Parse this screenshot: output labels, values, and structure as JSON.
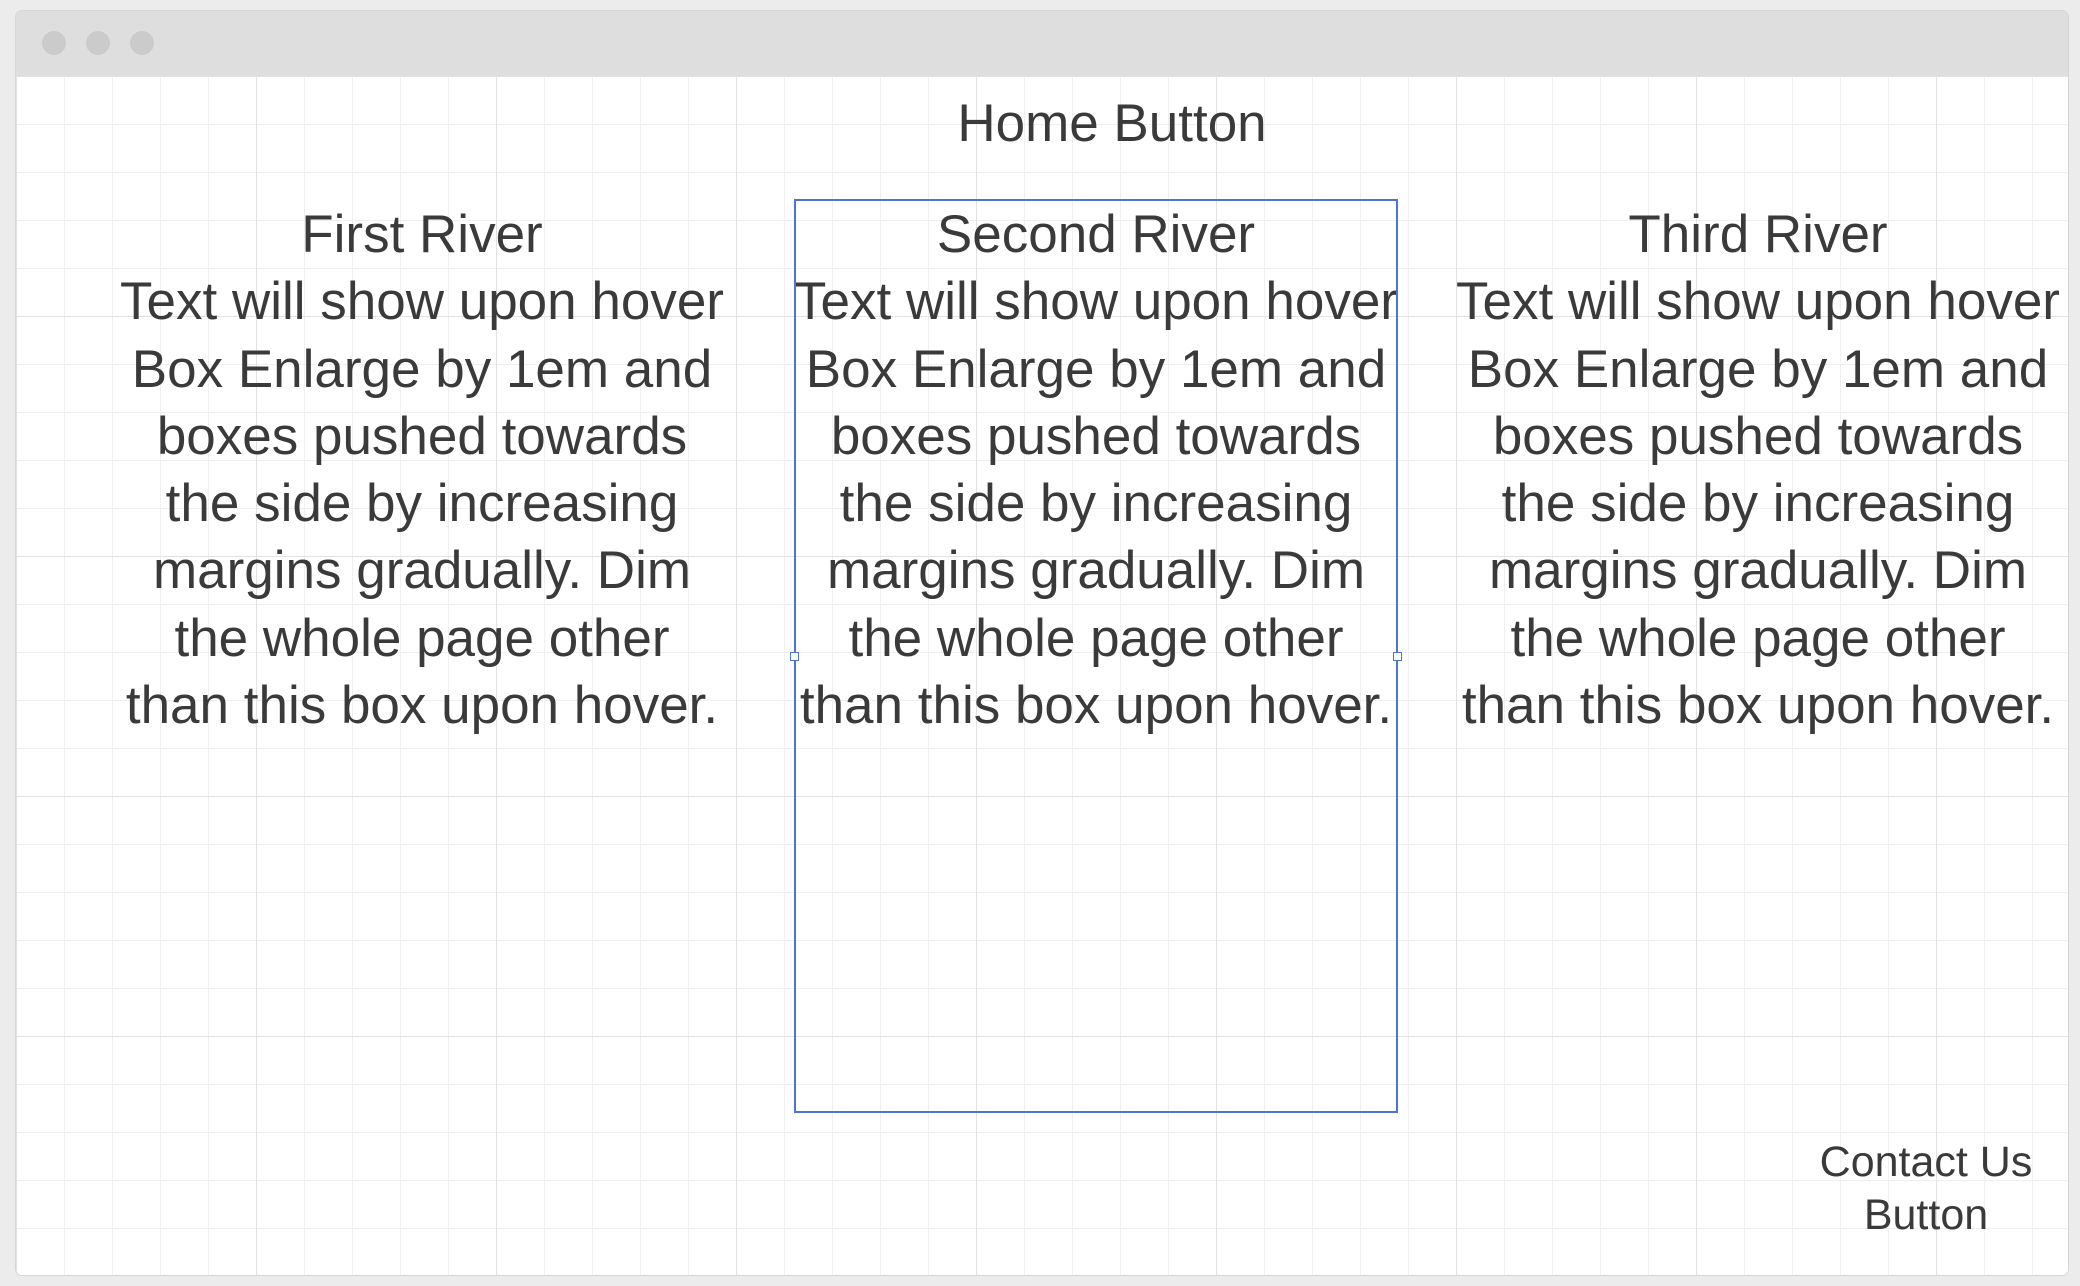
{
  "window": {
    "controls": [
      "close",
      "minimize",
      "maximize"
    ]
  },
  "header": {
    "home_label": "Home Button"
  },
  "rivers": [
    {
      "title": "First River",
      "subtitle": "Text will show upon hover",
      "description": "Box Enlarge by 1em and boxes pushed towards the side by increasing margins gradually. Dim the whole page other than this box upon hover."
    },
    {
      "title": "Second River",
      "subtitle": "Text will show upon hover",
      "description": "Box Enlarge by 1em and boxes pushed towards the side by increasing margins gradually. Dim the whole page other than this box upon hover."
    },
    {
      "title": "Third River",
      "subtitle": "Text will show upon hover",
      "description": "Box Enlarge by 1em and boxes pushed towards the side by increasing margins gradually. Dim the whole page other than this box upon hover."
    }
  ],
  "footer": {
    "contact_label": "Contact Us Button"
  },
  "colors": {
    "selection": "#4a74d6",
    "text": "#3a3a3a",
    "titlebar": "#dedede"
  }
}
